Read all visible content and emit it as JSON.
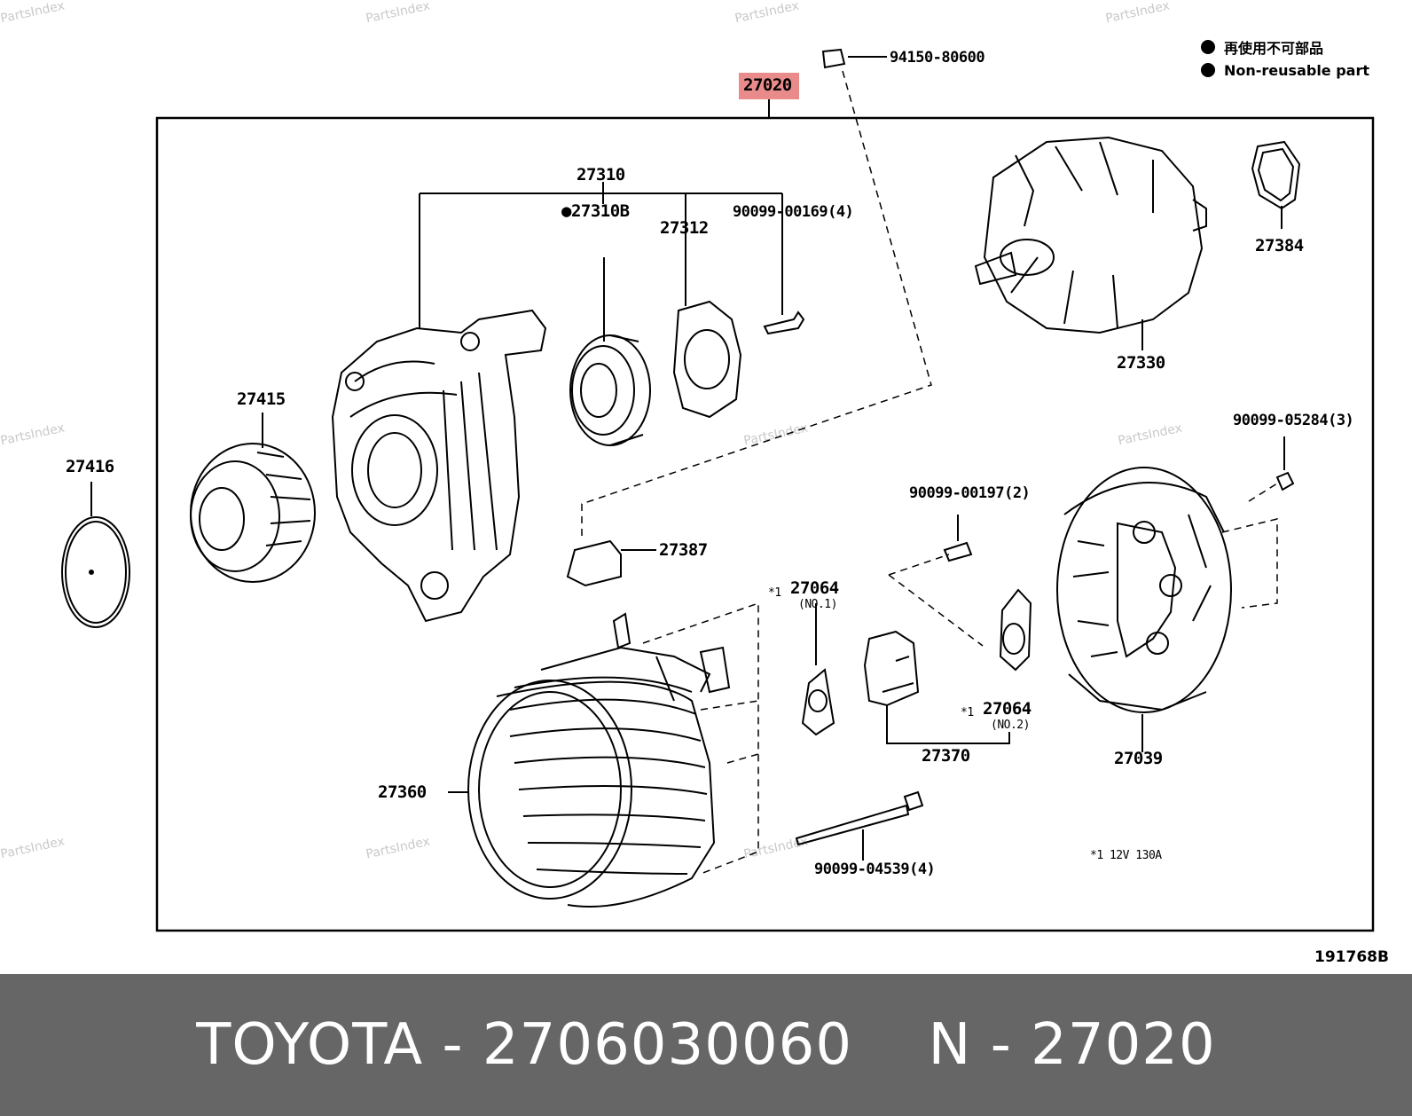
{
  "assembly_label": "27020",
  "legend": {
    "jp": "再使用不可部品",
    "en": "Non-reusable part"
  },
  "watermark": "PartsIndex",
  "labels": {
    "p94150": "94150-80600",
    "p27310": "27310",
    "p27310b": "●27310B",
    "p27312": "27312",
    "p90099_00169": "90099-00169(4)",
    "p27384": "27384",
    "p27330": "27330",
    "p27415": "27415",
    "p27416": "27416",
    "p27387": "27387",
    "p90099_05284": "90099-05284(3)",
    "p90099_00197": "90099-00197(2)",
    "p27064_1": "27064",
    "p27064_1_note": "(NO.1)",
    "p27064_2": "27064",
    "p27064_2_note": "(NO.2)",
    "star1": "*1",
    "star2": "*1",
    "p27370": "27370",
    "p27039": "27039",
    "p27360": "27360",
    "p90099_04539": "90099-04539(4)",
    "note": "*1 12V 130A"
  },
  "diagram_code": "191768B",
  "footer": {
    "brand": "TOYOTA",
    "part_number": "2706030060",
    "ref": "N - 27020",
    "separator": "-"
  },
  "colors": {
    "highlight": "#e98b8b",
    "footer_bg": "#666666"
  }
}
